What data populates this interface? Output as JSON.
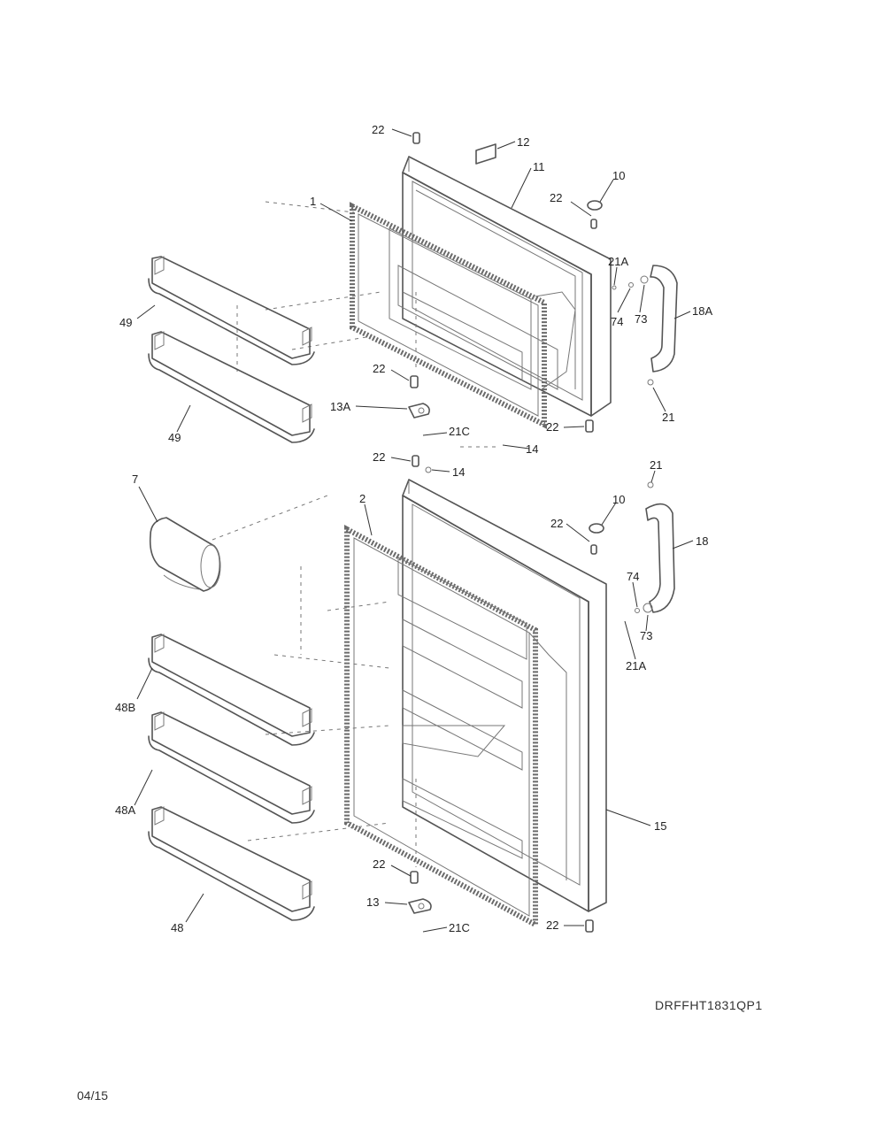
{
  "diagram_code": "DRFFHT1831QP1",
  "page_date": "04/15",
  "labels": {
    "l_22a": "22",
    "l_12": "12",
    "l_11": "11",
    "l_10a": "10",
    "l_22b": "22",
    "l_1": "1",
    "l_21a_top": "21A",
    "l_74a": "74",
    "l_73a": "73",
    "l_18a": "18A",
    "l_49a": "49",
    "l_22c": "22",
    "l_13a": "13A",
    "l_21c_top": "21C",
    "l_22d": "22",
    "l_21_top": "21",
    "l_49b": "49",
    "l_14a": "14",
    "l_22e": "22",
    "l_14b": "14",
    "l_7": "7",
    "l_2": "2",
    "l_21_bot": "21",
    "l_10b": "10",
    "l_22f": "22",
    "l_18": "18",
    "l_74b": "74",
    "l_73b": "73",
    "l_21a_bot": "21A",
    "l_48b": "48B",
    "l_48a": "48A",
    "l_15": "15",
    "l_22g": "22",
    "l_13": "13",
    "l_48": "48",
    "l_21c_bot": "21C",
    "l_22h": "22"
  }
}
